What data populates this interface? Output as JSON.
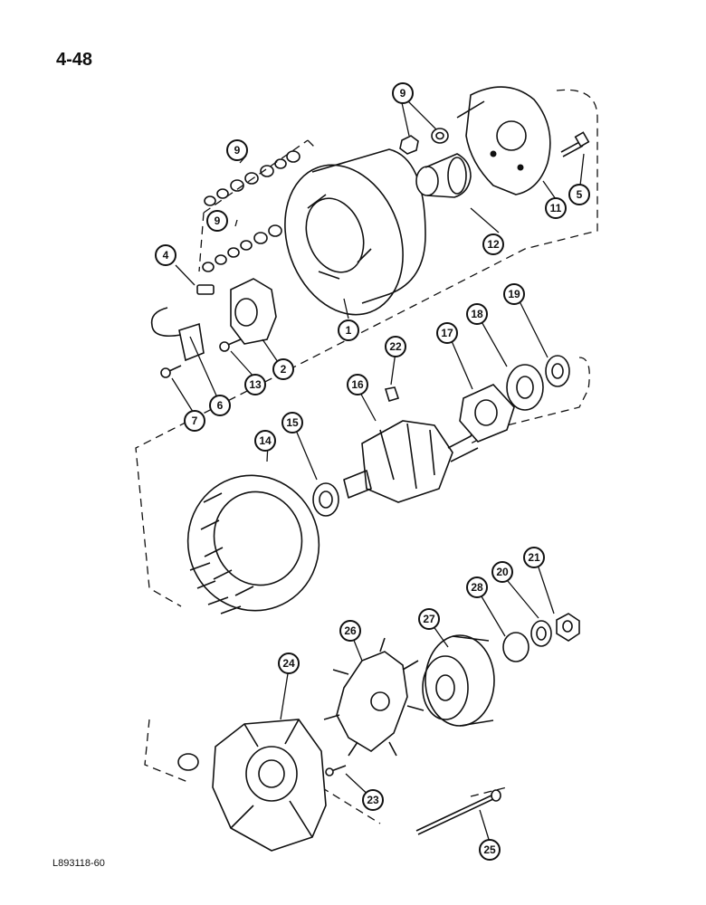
{
  "page": {
    "number": "4-48",
    "figure_code": "L893118-60"
  },
  "callouts": {
    "c1": "1",
    "c2": "2",
    "c4": "4",
    "c5": "5",
    "c6": "6",
    "c7": "7",
    "c9a": "9",
    "c9b": "9",
    "c9c": "9",
    "c11": "11",
    "c12": "12",
    "c13": "13",
    "c14": "14",
    "c15": "15",
    "c16": "16",
    "c17": "17",
    "c18": "18",
    "c19": "19",
    "c20": "20",
    "c21": "21",
    "c22": "22",
    "c23": "23",
    "c24": "24",
    "c25": "25",
    "c26": "26",
    "c27": "27",
    "c28": "28"
  }
}
